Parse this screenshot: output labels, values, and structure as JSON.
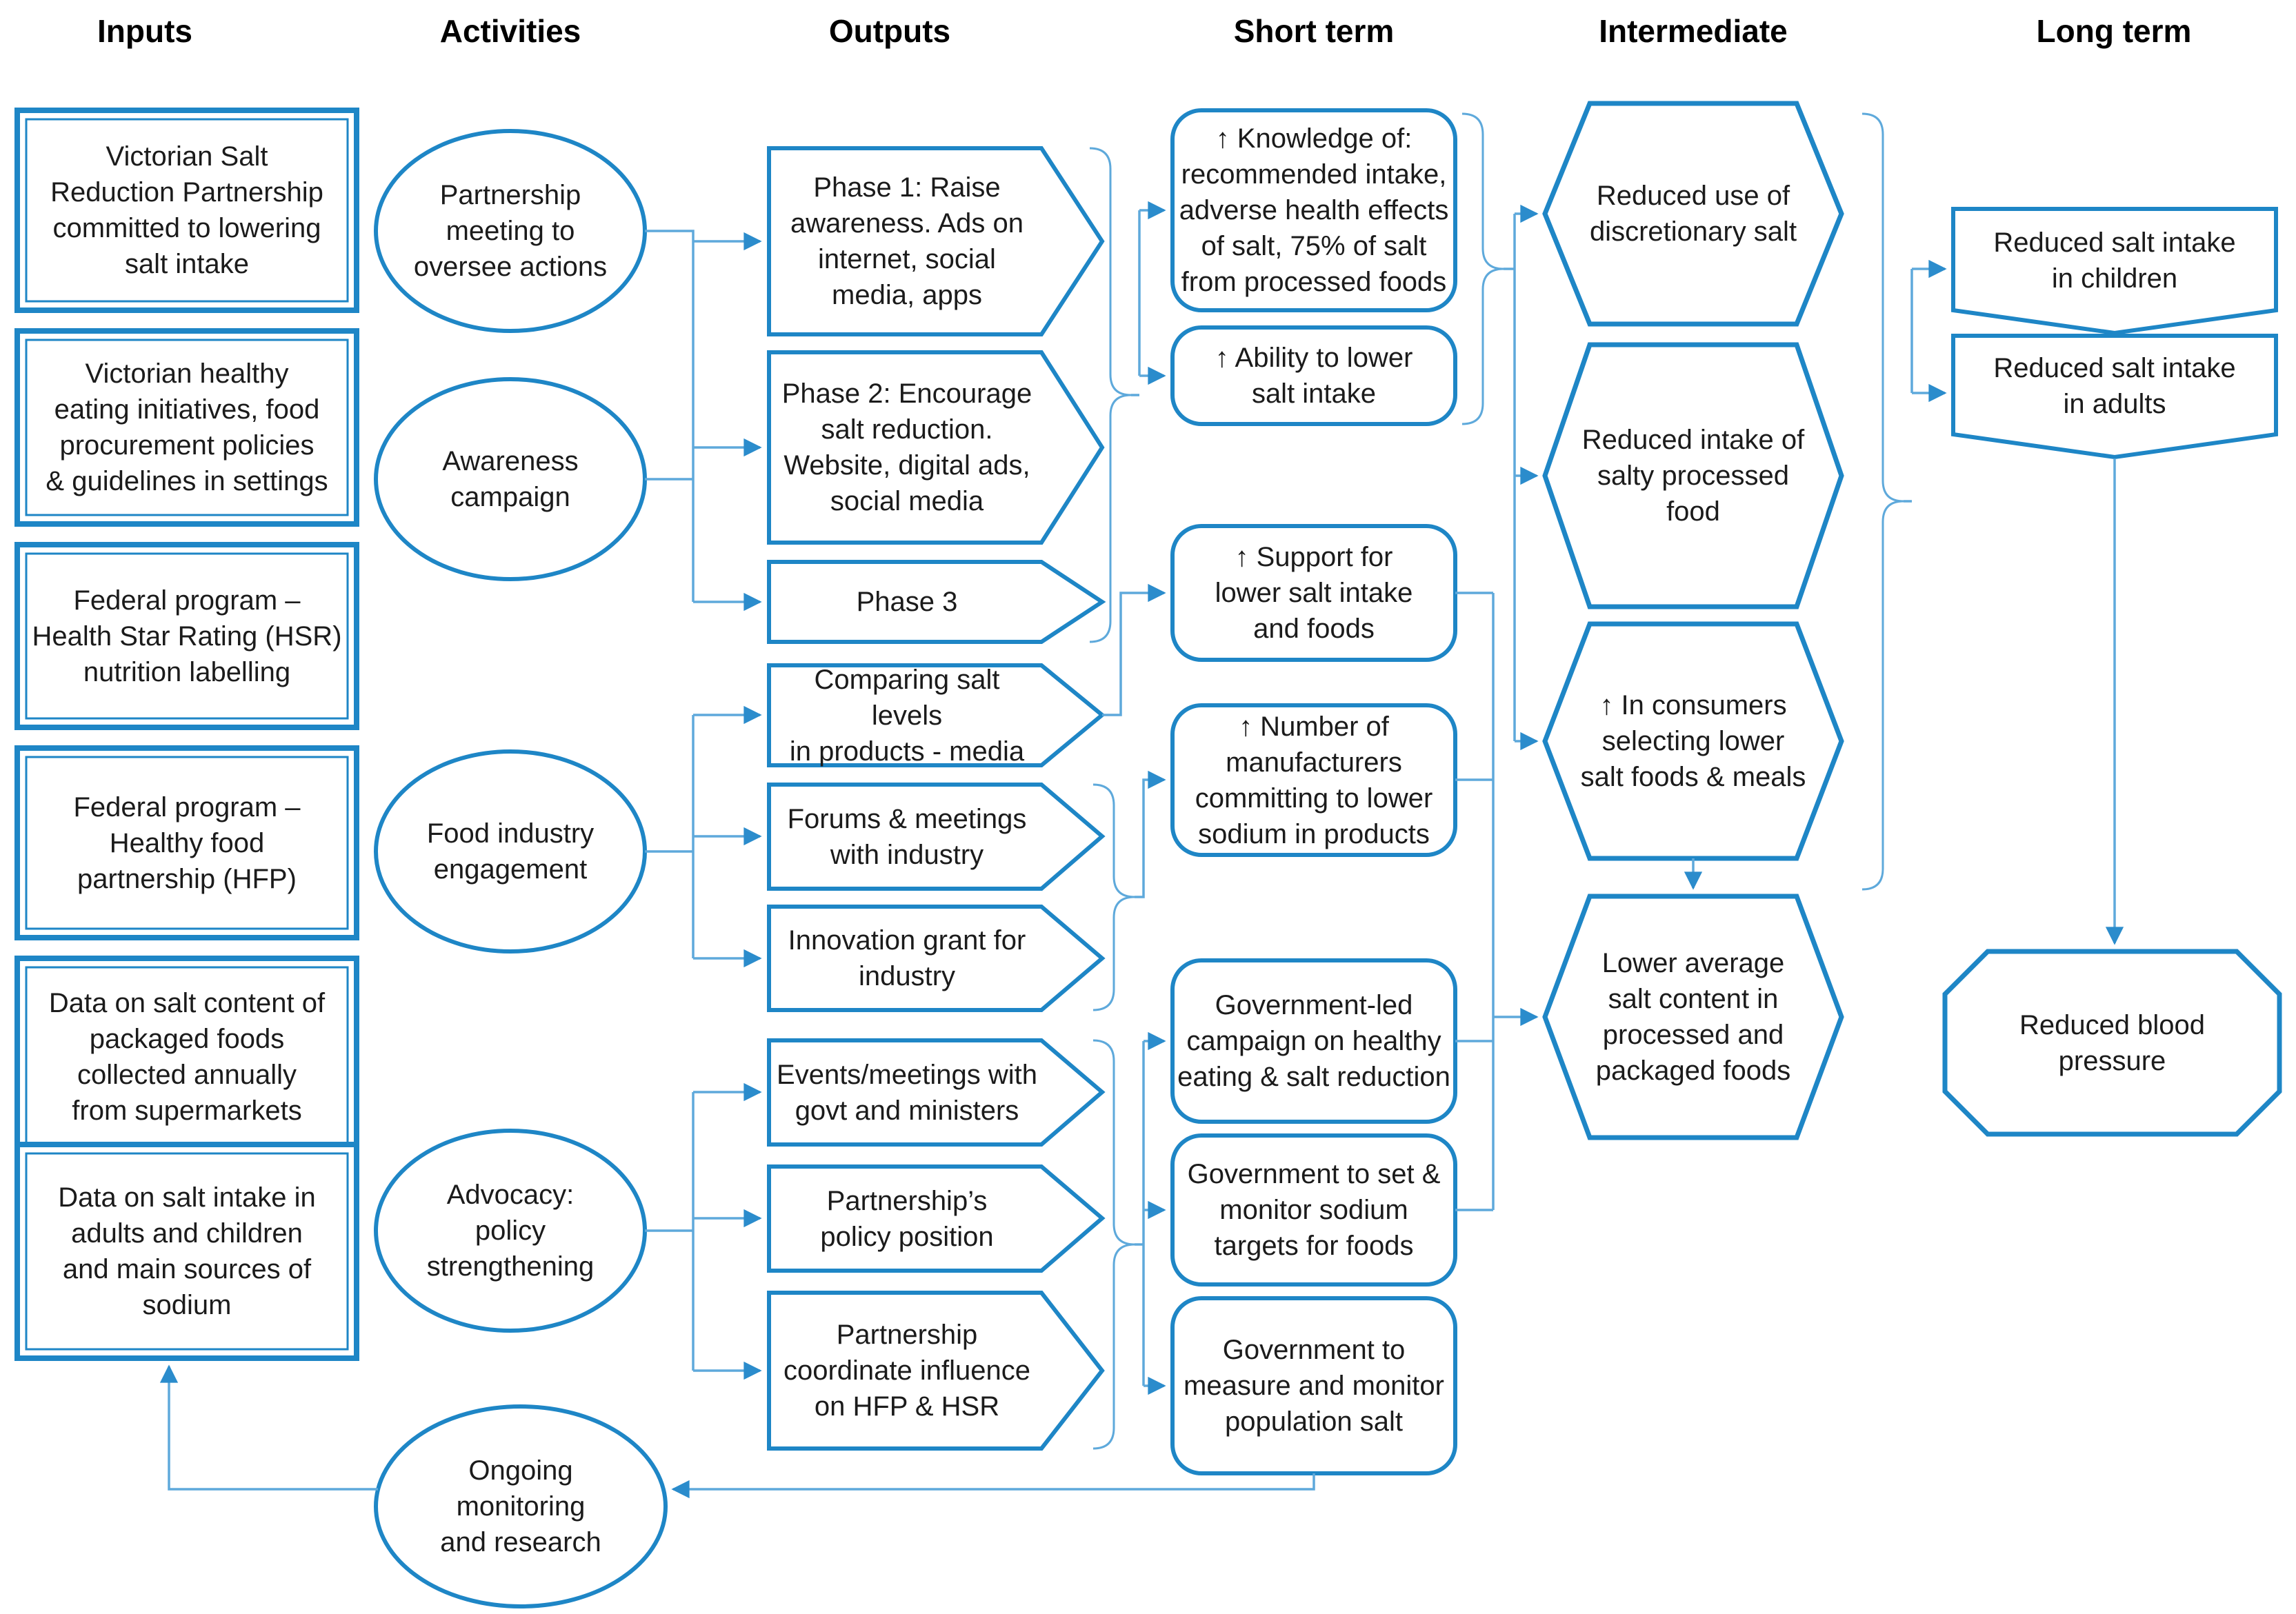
{
  "palette": {
    "shape_border": "#1e86c6",
    "connector_line": "#5ea9db",
    "arrowhead": "#2b8ccc",
    "text": "#1b1b1b",
    "background": "#ffffff"
  },
  "headers": {
    "inputs": "Inputs",
    "activities": "Activities",
    "outputs": "Outputs",
    "short_term": "Short term",
    "intermediate": "Intermediate",
    "long_term": "Long term"
  },
  "nodes": {
    "input_partnership": {
      "label": "Victorian Salt\nReduction Partnership\ncommitted to lowering\nsalt intake"
    },
    "input_healthy_eating": {
      "label": "Victorian healthy\neating initiatives, food\nprocurement policies\n& guidelines in settings"
    },
    "input_hsr": {
      "label": "Federal program –\nHealth Star Rating (HSR)\nnutrition labelling"
    },
    "input_hfp": {
      "label": "Federal program –\nHealthy food\npartnership (HFP)"
    },
    "input_salt_content_data": {
      "label": "Data on salt content of\npackaged foods\ncollected annually\nfrom supermarkets"
    },
    "input_salt_intake_data": {
      "label": "Data on salt intake in\nadults and children\nand main sources of\nsodium"
    },
    "activity_partnership_meeting": {
      "label": "Partnership\nmeeting to\noversee actions"
    },
    "activity_awareness_campaign": {
      "label": "Awareness\ncampaign"
    },
    "activity_food_industry": {
      "label": "Food industry\nengagement"
    },
    "activity_advocacy": {
      "label": "Advocacy:\npolicy\nstrengthening"
    },
    "activity_monitoring": {
      "label": "Ongoing\nmonitoring\nand research"
    },
    "output_phase1": {
      "label": "Phase 1: Raise\nawareness. Ads on\ninternet, social\nmedia, apps"
    },
    "output_phase2": {
      "label": "Phase 2: Encourage\nsalt reduction.\nWebsite, digital ads,\nsocial media"
    },
    "output_phase3": {
      "label": "Phase 3"
    },
    "output_comparing": {
      "label": "Comparing salt levels\nin products - media"
    },
    "output_forums": {
      "label": "Forums & meetings\nwith industry"
    },
    "output_innovation": {
      "label": "Innovation grant for\nindustry"
    },
    "output_events": {
      "label": "Events/meetings with\ngovt and ministers"
    },
    "output_policy_position": {
      "label": "Partnership’s\npolicy position"
    },
    "output_coordinate": {
      "label": "Partnership\ncoordinate influence\non HFP & HSR"
    },
    "short_knowledge": {
      "label": "↑ Knowledge of:\nrecommended intake,\nadverse health effects\nof salt, 75% of salt\nfrom processed foods"
    },
    "short_ability": {
      "label": "↑ Ability to lower\nsalt intake"
    },
    "short_support": {
      "label": "↑ Support for\nlower salt intake\nand foods"
    },
    "short_manufacturers": {
      "label": "↑ Number of\nmanufacturers\ncommitting to lower\nsodium in products"
    },
    "short_govt_campaign": {
      "label": "Government-led\ncampaign on healthy\neating & salt reduction"
    },
    "short_govt_targets": {
      "label": "Government to set &\nmonitor sodium\ntargets for foods"
    },
    "short_govt_measure": {
      "label": "Government to\nmeasure and monitor\npopulation salt"
    },
    "inter_discretionary": {
      "label": "Reduced use of\ndiscretionary salt"
    },
    "inter_salty_processed": {
      "label": "Reduced intake of\nsalty processed\nfood"
    },
    "inter_consumers": {
      "label": "↑ In consumers\nselecting lower\nsalt foods & meals"
    },
    "inter_lower_average": {
      "label": "Lower average\nsalt content in\nprocessed and\npackaged foods"
    },
    "long_children": {
      "label": "Reduced salt intake\nin children"
    },
    "long_adults": {
      "label": "Reduced salt intake\nin adults"
    },
    "long_blood_pressure": {
      "label": "Reduced blood\npressure"
    }
  }
}
